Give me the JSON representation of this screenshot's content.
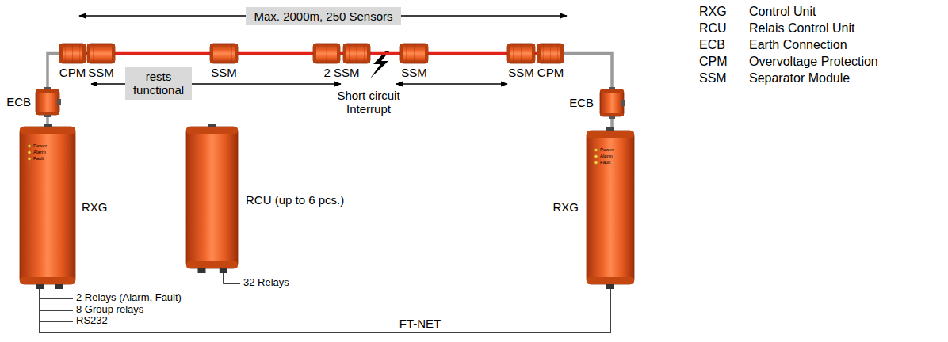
{
  "diagram": {
    "nodes": [
      {
        "text": [
          "CPM"
        ]
      },
      {
        "text": [
          "SSM"
        ]
      },
      {
        "text": [
          "SSM"
        ]
      },
      {
        "text": [
          "2 SSM"
        ]
      },
      {
        "text": [
          "SSM"
        ]
      },
      {
        "text": [
          "SSM"
        ]
      },
      {
        "text": [
          "CPM"
        ]
      },
      {
        "text": [
          "ECB"
        ]
      },
      {
        "text": [
          "RXG",
          "Power",
          "Alarm",
          "Fault"
        ]
      },
      {
        "text": [
          "RCU (up to 6 pcs.)"
        ]
      },
      {
        "text": [
          "ECB"
        ]
      },
      {
        "text": [
          "RXG",
          "Power",
          "Alarm",
          "Fault"
        ]
      }
    ],
    "edges": [
      {
        "from": 0,
        "to": 1,
        "arrow": "none"
      },
      {
        "from": 1,
        "to": 2,
        "arrow": "none"
      },
      {
        "from": 2,
        "to": 3,
        "arrow": "none"
      },
      {
        "from": 3,
        "to": 4,
        "arrow": "none"
      },
      {
        "from": 4,
        "to": 5,
        "arrow": "none"
      },
      {
        "from": 5,
        "to": 6,
        "arrow": "none"
      },
      {
        "from": 7,
        "to": 0,
        "arrow": "none"
      },
      {
        "from": 6,
        "to": 10,
        "arrow": "none"
      },
      {
        "from": 8,
        "to": 7,
        "arrow": "none"
      },
      {
        "from": 10,
        "to": 11,
        "arrow": "none"
      },
      {
        "from": 8,
        "to": 11,
        "label": "FT-NET",
        "arrow": "none"
      }
    ],
    "labels": [
      "Max. 2000m, 250 Sensors",
      "rests functional",
      "Short circuit Interrupt",
      "32 Relays",
      "2 Relays (Alarm, Fault)",
      "8 Group relays",
      "RS232",
      "RXG",
      "Control Unit",
      "RCU",
      "Relais Control Unit",
      "ECB",
      "Earth Connection",
      "CPM",
      "Overvoltage Protection",
      "SSM",
      "Separator Module"
    ]
  }
}
